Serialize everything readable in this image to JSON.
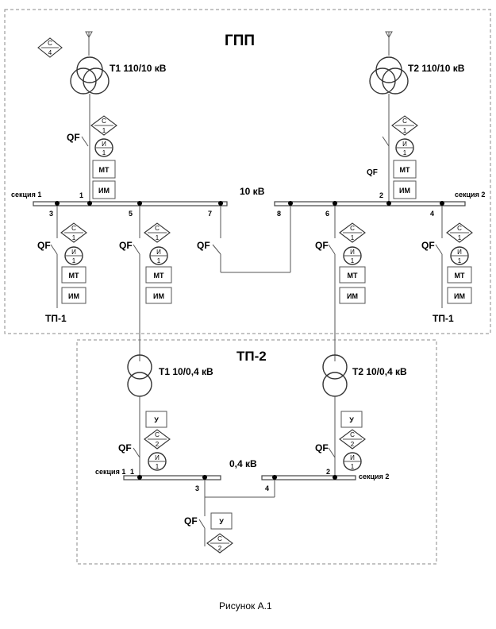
{
  "gpp": {
    "title": "ГПП",
    "bus_voltage": "10 кВ",
    "s4": {
      "top": "С",
      "bottom": "4"
    },
    "t1_label": "Т1  110/10 кВ",
    "t2_label": "Т2  110/10 кВ",
    "section1": "секция 1",
    "section2": "секция 2",
    "nodes": {
      "n1": "1",
      "n2": "2",
      "n3": "3",
      "n4": "4",
      "n5": "5",
      "n6": "6",
      "n7": "7",
      "n8": "8"
    },
    "tp1_left": "ТП-1",
    "tp1_right": "ТП-1"
  },
  "devices": {
    "qf": "QF",
    "c": "С",
    "c1": "1",
    "i": "И",
    "i1": "1",
    "mt": "МТ",
    "im": "ИМ",
    "c2": "2",
    "u": "У"
  },
  "tp2": {
    "title": "ТП-2",
    "bus_voltage": "0,4 кВ",
    "t1_label": "Т1  10/0,4 кВ",
    "t2_label": "Т2  10/0,4 кВ",
    "section1": "секция 1",
    "section2": "секция 2",
    "nodes": {
      "n1": "1",
      "n2": "2",
      "n3": "3",
      "n4": "4"
    }
  },
  "caption": "Рисунок А.1"
}
